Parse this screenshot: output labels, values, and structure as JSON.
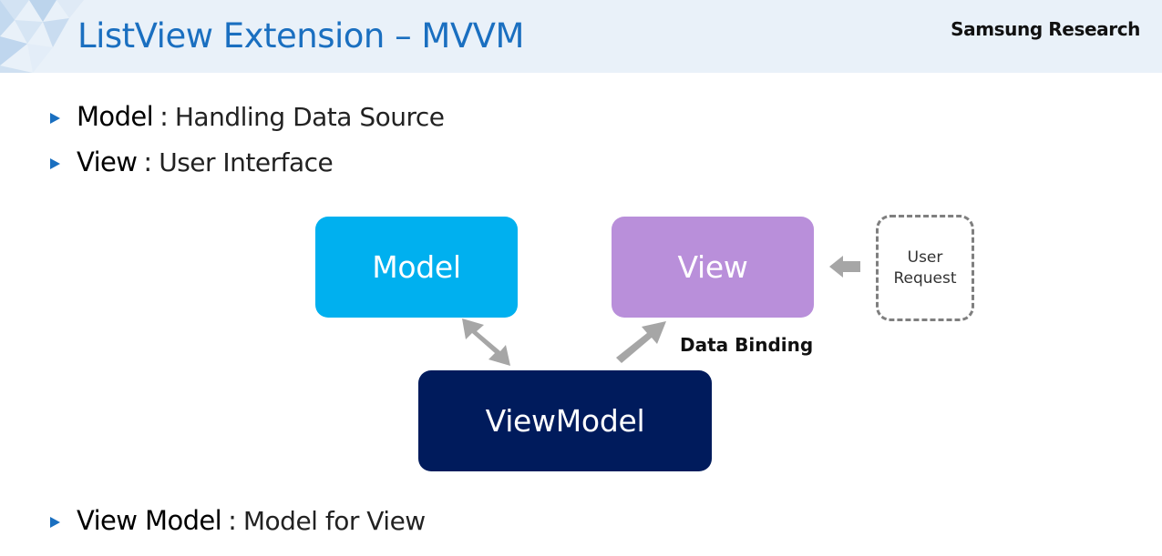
{
  "header": {
    "title": "ListView Extension – MVVM",
    "brand": "Samsung Research"
  },
  "bullets": [
    {
      "term": "Model",
      "separator": ":",
      "description": "Handling Data Source"
    },
    {
      "term": "View",
      "separator": ":",
      "description": "User Interface"
    },
    {
      "term": "View Model",
      "separator": ":",
      "description": "Model for View"
    }
  ],
  "diagram": {
    "model_label": "Model",
    "view_label": "View",
    "viewmodel_label": "ViewModel",
    "user_request_line1": "User",
    "user_request_line2": "Request",
    "data_binding_label": "Data Binding"
  },
  "colors": {
    "title": "#1a6fc0",
    "header_background": "#e9f1f9",
    "model_box": "#00b0ef",
    "view_box": "#b98fda",
    "viewmodel_box": "#001b5c",
    "arrow": "#a6a6a6",
    "bullet_marker": "#1a6fc0"
  }
}
